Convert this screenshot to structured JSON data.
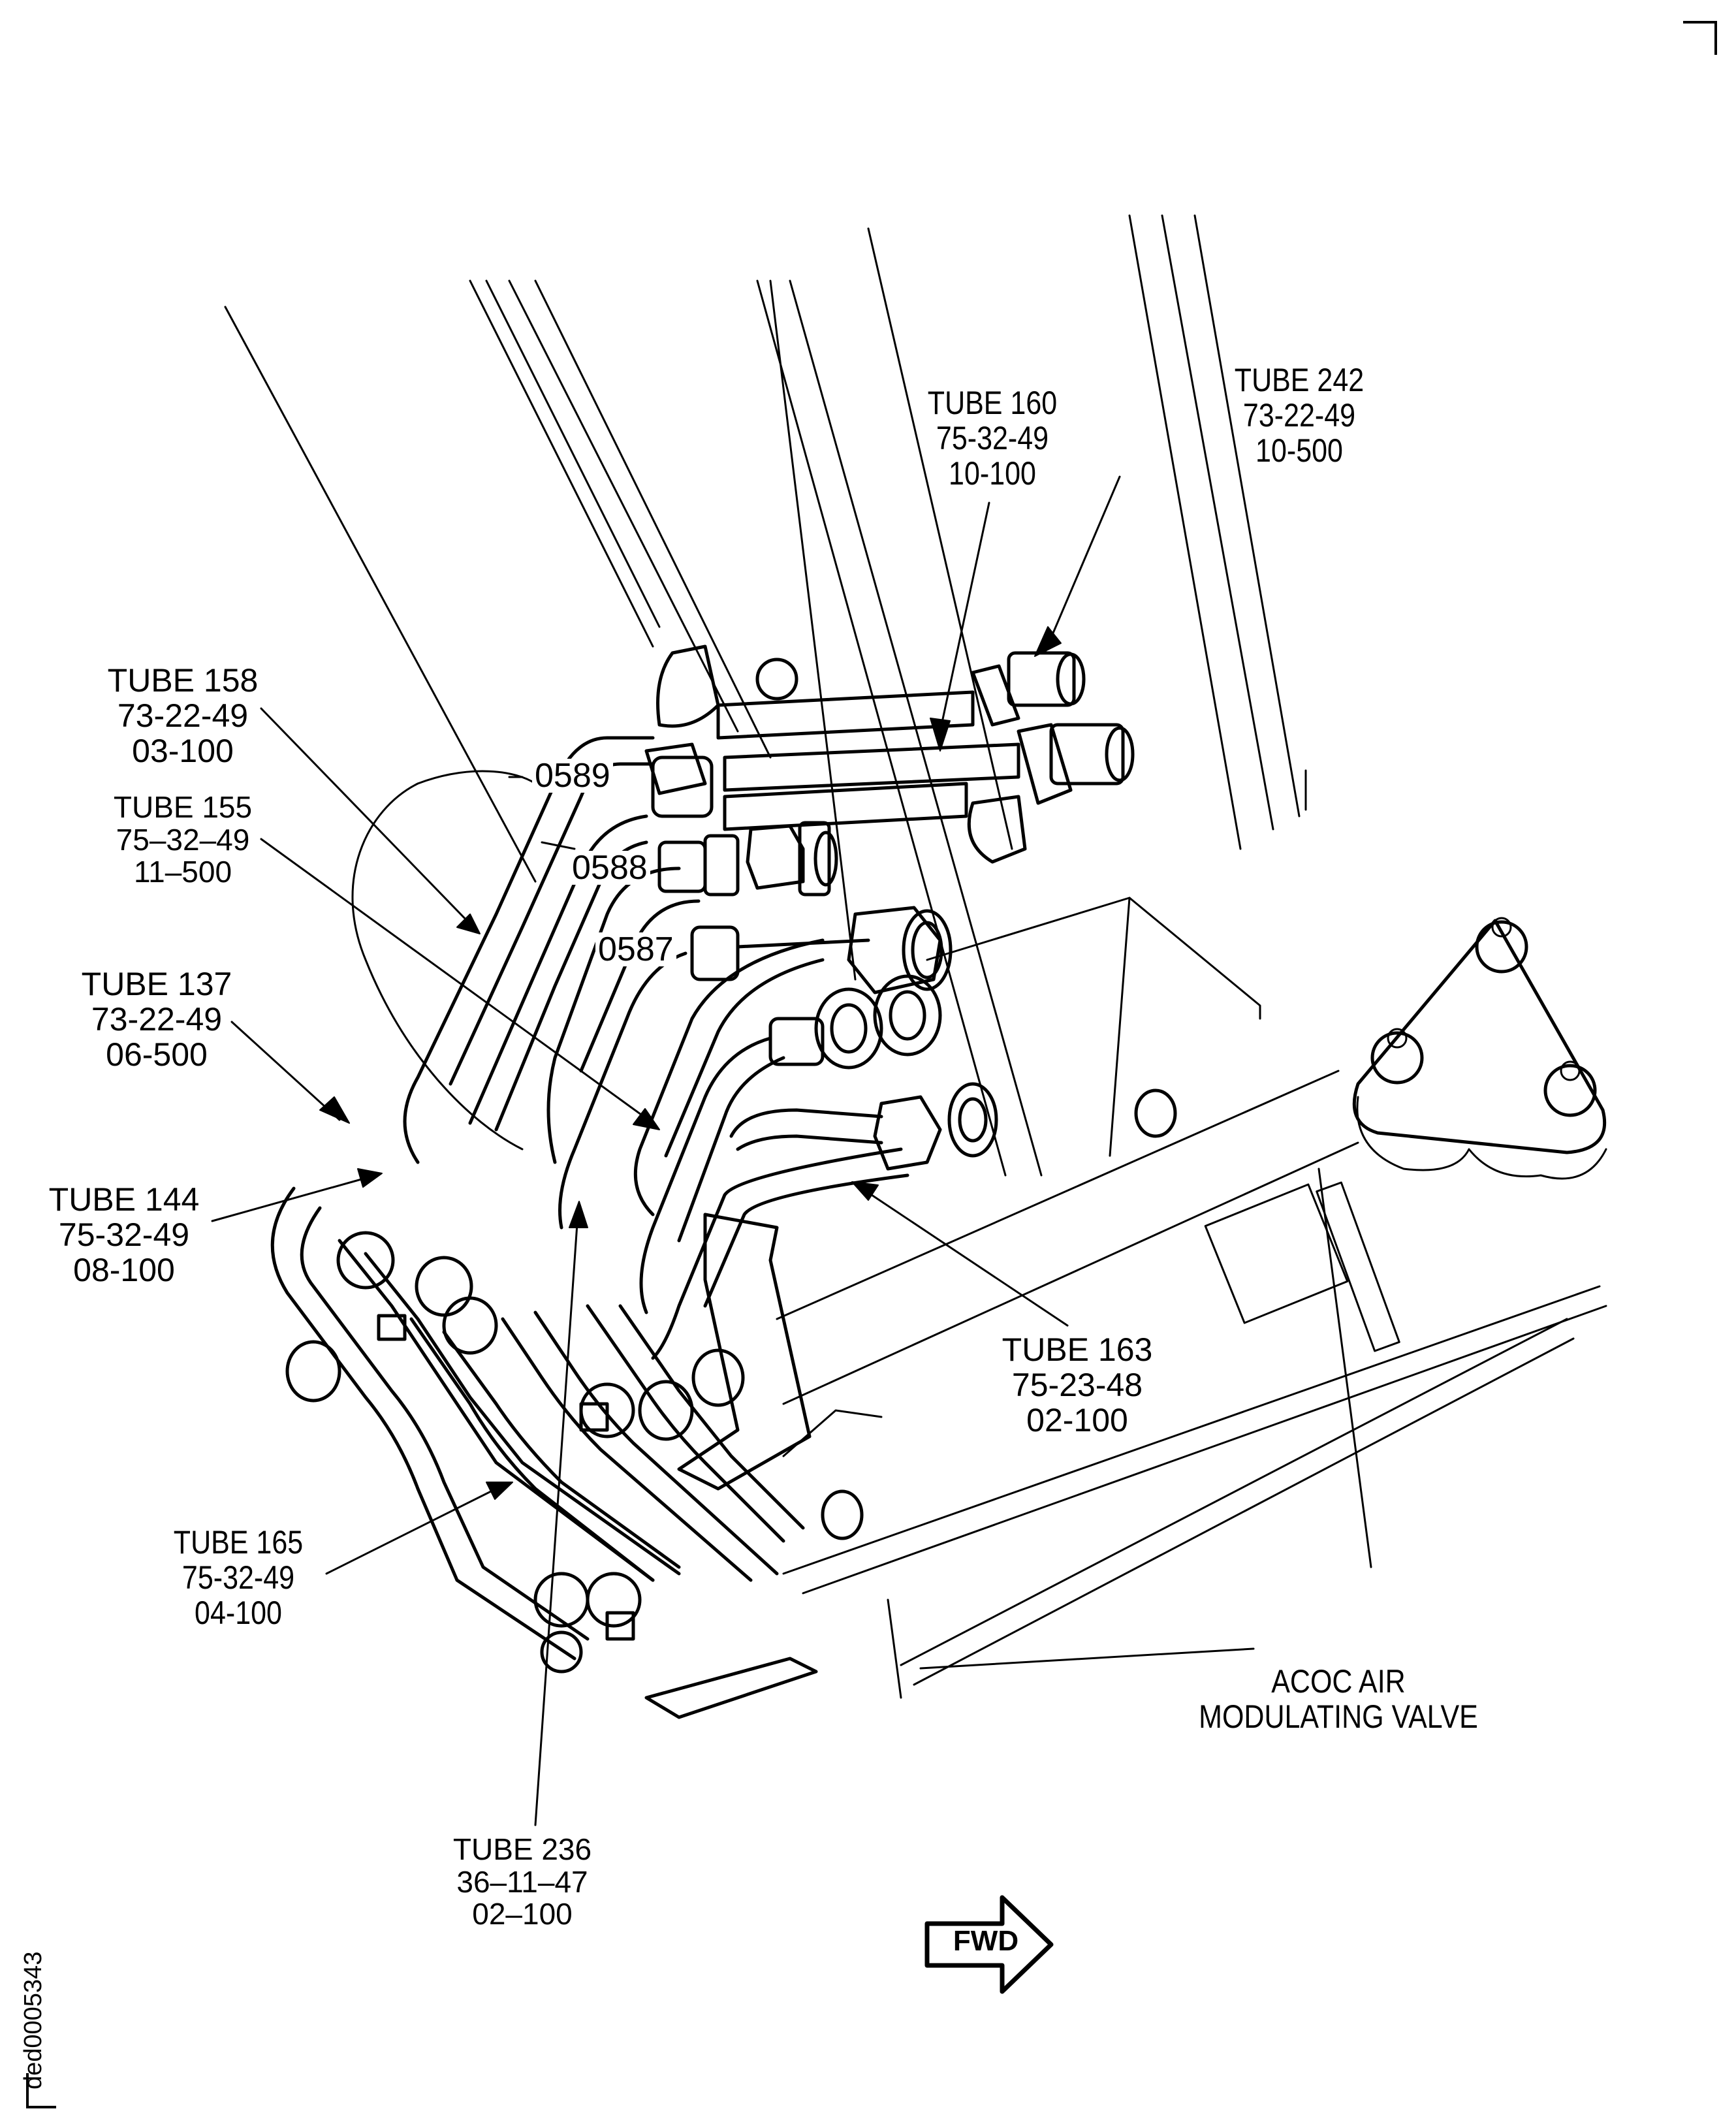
{
  "figure": {
    "document_id": "ded0005343",
    "orientation_marker": "FWD"
  },
  "connector_labels": [
    {
      "id": "0589"
    },
    {
      "id": "0588"
    },
    {
      "id": "0587"
    }
  ],
  "callouts": {
    "tube_160": {
      "name": "TUBE 160",
      "ref": "75-32-49",
      "item": "10-100"
    },
    "tube_242": {
      "name": "TUBE 242",
      "ref": "73-22-49",
      "item": "10-500"
    },
    "tube_158": {
      "name": "TUBE 158",
      "ref": "73-22-49",
      "item": "03-100"
    },
    "tube_155": {
      "name": "TUBE 155",
      "ref": "75–32–49",
      "item": "11–500"
    },
    "tube_137": {
      "name": "TUBE 137",
      "ref": "73-22-49",
      "item": "06-500"
    },
    "tube_144": {
      "name": "TUBE 144",
      "ref": "75-32-49",
      "item": "08-100"
    },
    "tube_165": {
      "name": "TUBE 165",
      "ref": "75-32-49",
      "item": "04-100"
    },
    "tube_236": {
      "name": "TUBE 236",
      "ref": "36–11–47",
      "item": "02–100"
    },
    "tube_163": {
      "name": "TUBE 163",
      "ref": "75-23-48",
      "item": "02-100"
    }
  },
  "component_labels": {
    "acoc_valve": {
      "line1": "ACOC AIR",
      "line2": "MODULATING VALVE"
    }
  }
}
